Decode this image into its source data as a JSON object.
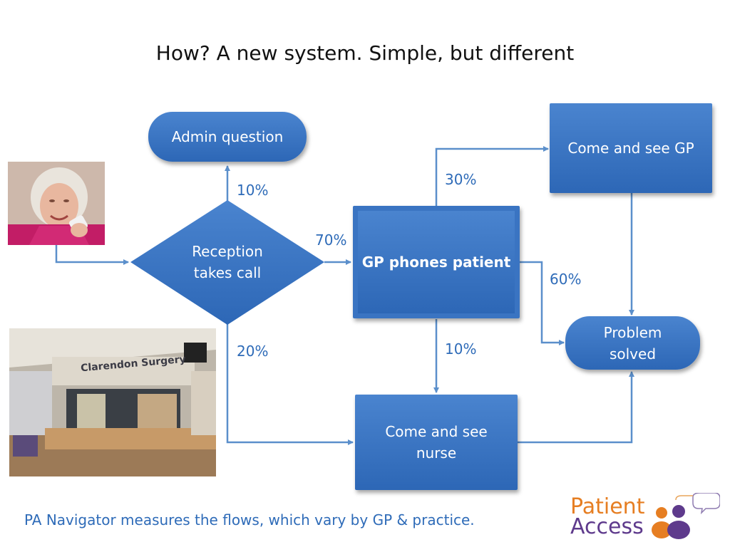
{
  "title": "How? A new system. Simple, but different",
  "nodes": {
    "admin_question": "Admin question",
    "reception_line1": "Reception",
    "reception_line2": "takes call",
    "gp_phones": "GP phones patient",
    "come_see_gp": "Come and see GP",
    "problem_line1": "Problem",
    "problem_line2": "solved",
    "nurse_line1": "Come and see",
    "nurse_line2": "nurse"
  },
  "flows": {
    "to_admin": "10%",
    "to_gp_phone": "70%",
    "to_nurse_from_reception": "20%",
    "to_gp_visit": "30%",
    "to_problem_solved": "60%",
    "to_nurse_from_gp": "10%"
  },
  "footer": "PA Navigator measures the flows, which vary by GP & practice.",
  "logo": {
    "line1": "Patient",
    "line2": "Access"
  },
  "photo_sign": "Clarendon Surgery",
  "colors": {
    "box": "#3b78c6",
    "arrow": "#5b8fcb",
    "label": "#2e6bb8",
    "logo_orange": "#e67e22",
    "logo_purple": "#5e3a8c"
  }
}
